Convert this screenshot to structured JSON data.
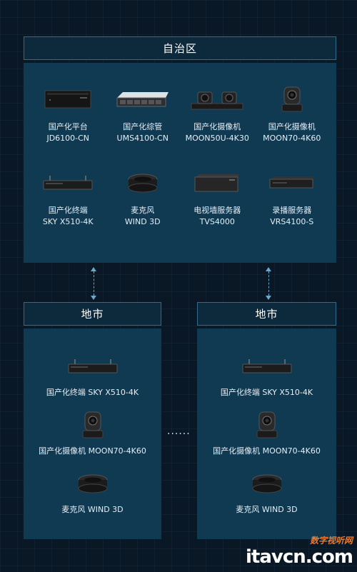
{
  "region": {
    "title": "自治区",
    "devices": [
      {
        "name": "国产化平台",
        "model": "JD6100-CN",
        "icon": "server-rack-icon"
      },
      {
        "name": "国产化综管",
        "model": "UMS4100-CN",
        "icon": "storage-server-icon"
      },
      {
        "name": "国产化摄像机",
        "model": "MOON50U-4K30",
        "icon": "dual-camera-icon"
      },
      {
        "name": "国产化摄像机",
        "model": "MOON70-4K60",
        "icon": "ptz-camera-icon"
      },
      {
        "name": "国产化终端",
        "model": "SKY X510-4K",
        "icon": "terminal-box-icon"
      },
      {
        "name": "麦克风",
        "model": "WIND 3D",
        "icon": "microphone-icon"
      },
      {
        "name": "电视墙服务器",
        "model": "TVS4000",
        "icon": "tv-wall-server-icon"
      },
      {
        "name": "录播服务器",
        "model": "VRS4100-S",
        "icon": "recording-server-icon"
      }
    ]
  },
  "city_left": {
    "title": "地市",
    "devices": [
      {
        "label": "国产化终端 SKY X510-4K",
        "icon": "terminal-box-icon"
      },
      {
        "label": "国产化摄像机 MOON70-4K60",
        "icon": "ptz-camera-icon"
      },
      {
        "label": "麦克风 WIND 3D",
        "icon": "microphone-icon"
      }
    ]
  },
  "city_right": {
    "title": "地市",
    "devices": [
      {
        "label": "国产化终端 SKY X510-4K",
        "icon": "terminal-box-icon"
      },
      {
        "label": "国产化摄像机 MOON70-4K60",
        "icon": "ptz-camera-icon"
      },
      {
        "label": "麦克风 WIND 3D",
        "icon": "microphone-icon"
      }
    ]
  },
  "ellipsis": "......",
  "watermark": {
    "cn": "数字视听网",
    "en": "itavcn.com"
  }
}
